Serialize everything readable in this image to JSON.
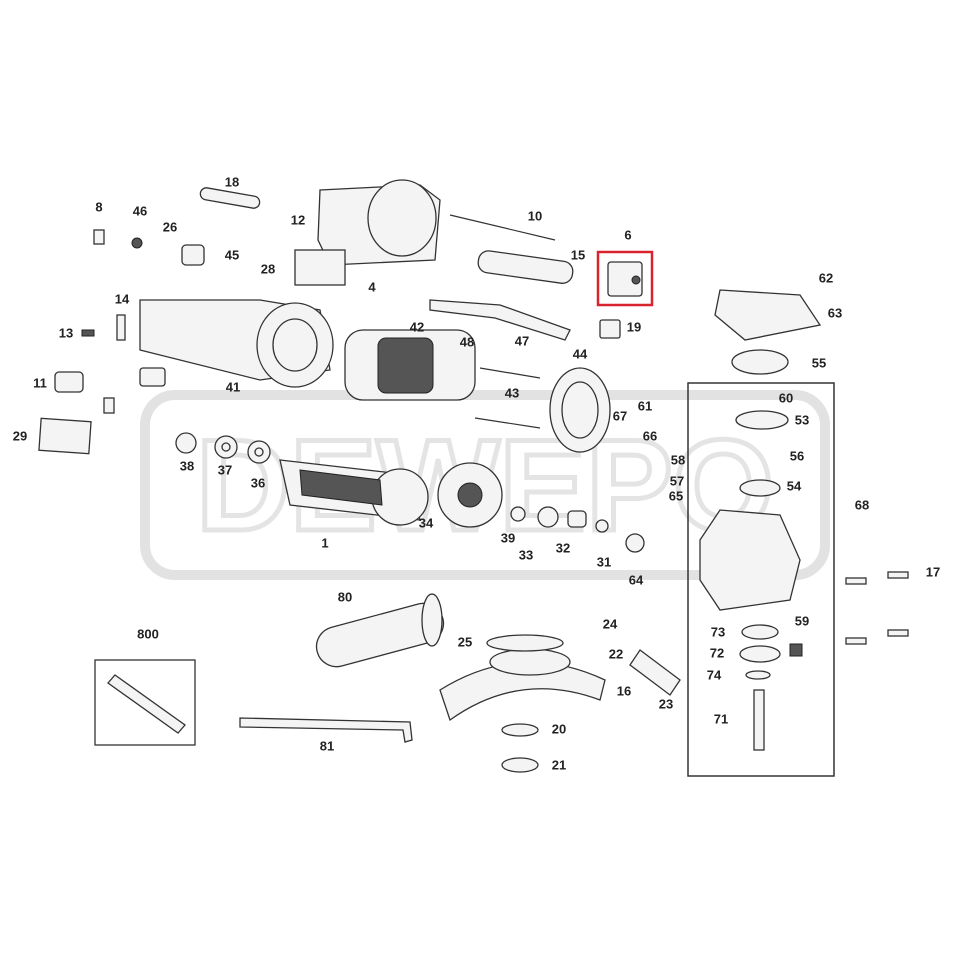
{
  "diagram": {
    "watermark": "DEWEPO",
    "highlight_color": "#d9232e",
    "highlighted_part": "6",
    "labels": [
      "18",
      "8",
      "46",
      "26",
      "12",
      "10",
      "6",
      "45",
      "28",
      "4",
      "15",
      "62",
      "14",
      "42",
      "19",
      "63",
      "13",
      "48",
      "47",
      "44",
      "55",
      "11",
      "41",
      "43",
      "60",
      "67",
      "61",
      "53",
      "29",
      "66",
      "38",
      "37",
      "36",
      "58",
      "56",
      "57",
      "54",
      "65",
      "68",
      "34",
      "39",
      "1",
      "33",
      "32",
      "31",
      "17",
      "64",
      "80",
      "800",
      "24",
      "59",
      "25",
      "73",
      "22",
      "72",
      "74",
      "16",
      "23",
      "71",
      "20",
      "81",
      "21"
    ]
  }
}
